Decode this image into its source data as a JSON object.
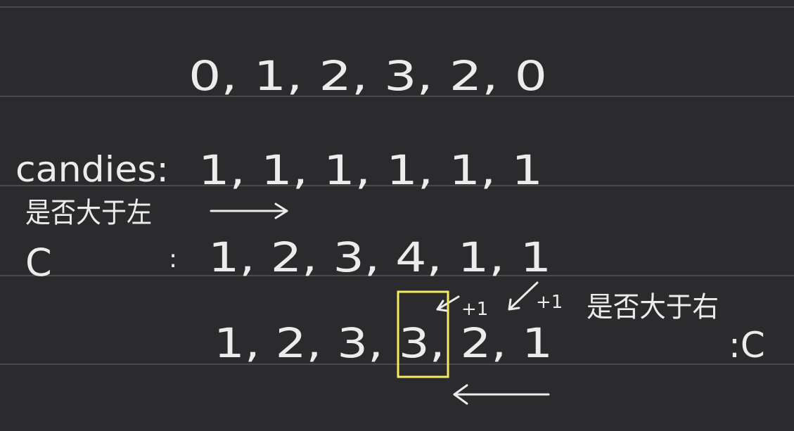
{
  "whiteboard": {
    "rows": [
      {
        "label": "",
        "values": "0, 1, 2, 3, 2, 0"
      },
      {
        "label": "candies:",
        "values": "1, 1, 1, 1, 1, 1"
      },
      {
        "label": "C",
        "separator": ":",
        "values": "1, 2, 3, 4, 1, 1"
      },
      {
        "label": "",
        "values": "1, 2, 3, 3, 2, 1",
        "suffix": ":C"
      }
    ],
    "annotations": {
      "left_pass_note": "是否大于左",
      "right_pass_note": "是否大于右",
      "increment_1": "+1",
      "increment_2": "+1"
    },
    "highlight_color": "#f5ec62",
    "ink_color": "#ececec",
    "line_color": "#5d5d60",
    "background_color": "#2b2b2d"
  }
}
